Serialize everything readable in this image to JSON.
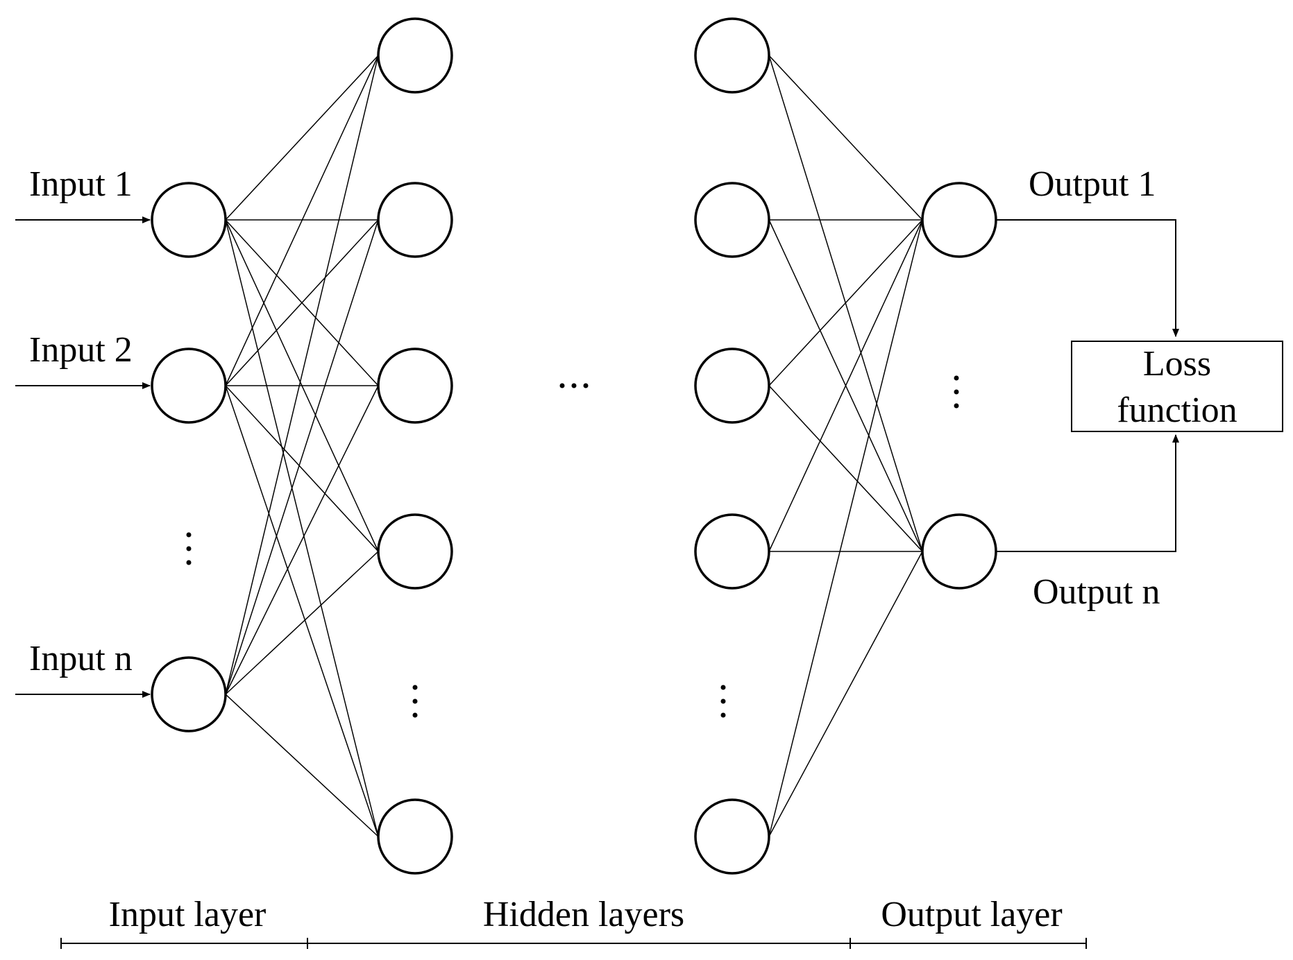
{
  "inputs": {
    "input_1": "Input 1",
    "input_2": "Input 2",
    "input_n": "Input n"
  },
  "outputs": {
    "output_1": "Output 1",
    "output_n": "Output n"
  },
  "loss_box": {
    "line_1": "Loss",
    "line_2": "function"
  },
  "layers": {
    "input_layer": "Input layer",
    "hidden_layers": "Hidden layers",
    "output_layer": "Output layer"
  },
  "colors": {
    "stroke": "#000000",
    "background": "#ffffff"
  }
}
